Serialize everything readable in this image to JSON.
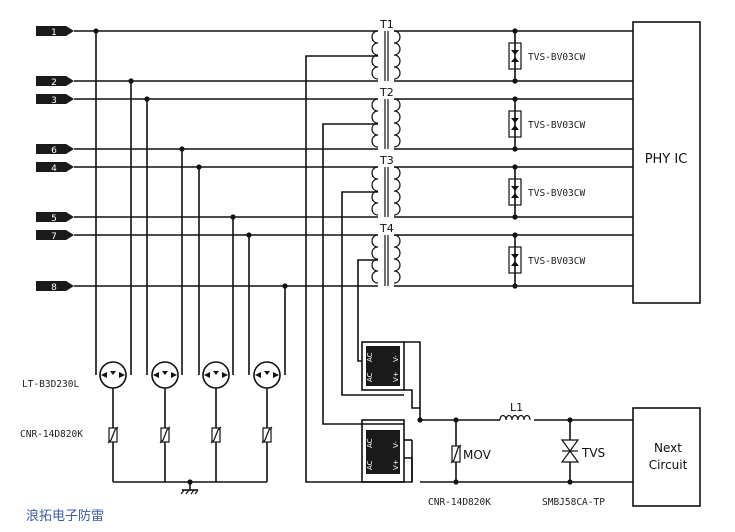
{
  "pins": [
    "1",
    "2",
    "3",
    "6",
    "4",
    "5",
    "7",
    "8"
  ],
  "transformers": [
    "T1",
    "T2",
    "T3",
    "T4"
  ],
  "tvs_line_label": "TVS-BV03CW",
  "phy_label": "PHY IC",
  "gdt_label": "LT-B3D230L",
  "mov_label": "CNR-14D820K",
  "inductor_label": "L1",
  "mov_symbol_label": "MOV",
  "tvs_symbol_label": "TVS",
  "mov_part_label": "CNR-14D820K",
  "tvs_part_label": "SMBJ58CA-TP",
  "next_circuit_line1": "Next",
  "next_circuit_line2": "Circuit",
  "bridge_pins": [
    "AC",
    "AC",
    "V-",
    "V+"
  ],
  "watermark": "浪拓电子防雷",
  "colors": {
    "line": "#111111",
    "pin_fill": "#1a1a1a",
    "watermark": "#3a5aa8"
  }
}
